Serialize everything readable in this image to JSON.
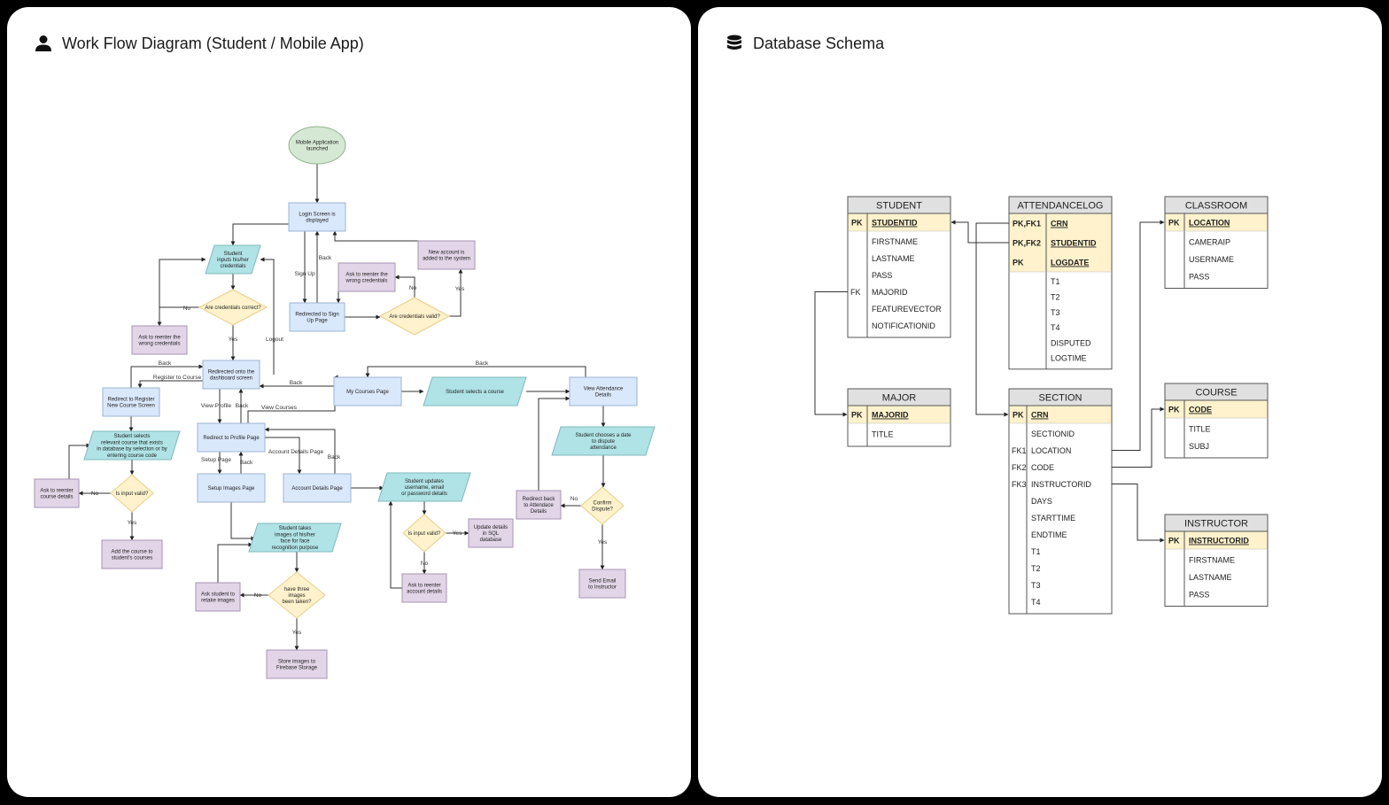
{
  "panels": {
    "workflow": {
      "title": "Work Flow Diagram (Student / Mobile App)",
      "icon": "person-icon"
    },
    "schema": {
      "title": "Database Schema",
      "icon": "database-icon"
    }
  },
  "colors": {
    "process_fill": "#dae8fc",
    "process_stroke": "#9cb4d4",
    "io_fill": "#b0e3e6",
    "io_stroke": "#7fb8bc",
    "decision_fill": "#fff2cc",
    "decision_stroke": "#e6cf8a",
    "action_fill": "#e1d5e7",
    "action_stroke": "#a892b4",
    "start_fill": "#d5e8d4",
    "start_stroke": "#92b48f",
    "table_header": "#e0e0e0",
    "pk_row": "#fff2cc",
    "line": "#333333"
  },
  "workflow": {
    "nodes": {
      "start": "Mobile Application\nlaunched",
      "login": "Login Screen is\ndisplayed",
      "inputs": "Student\ninputs his/her\ncredentials",
      "cred_correct": "Are credentials correct?",
      "ask_reenter1": "Ask to reenter the\nwrong credentials",
      "signup": "Redirected to Sign\nUp Page",
      "ask_reenter2": "Ask to reenter the\nwrong credentials",
      "cred_valid": "Are credentials valid?",
      "new_account": "New account is\nadded to the system",
      "dashboard": "Redirected onto the\ndashboard screen",
      "register": "Redirect to Register\nNew Course Screen",
      "select_course": "Student selects\nrelevant course that exists\nin database by selection or by\nentering course code",
      "input_valid1": "Is input valid?",
      "ask_course": "Ask to reenter\ncourse details",
      "add_course": "Add the course to\nstudent's courses",
      "profile": "Redirect to Profile Page",
      "setup_images": "Setup Images Page",
      "account_details": "Account Details Page",
      "take_images": "Student takes\nimages of his/her\nface for face\nrecognition purpose",
      "three_images": "have three\nimages\nbeen taken?",
      "retake": "Ask student to\nretake images",
      "store_images": "Store images to\nFirebase Storage",
      "update_details": "Student updates\nusername, email\nor password details",
      "input_valid2": "Is input valid?",
      "update_sql": "Update details\nin SQL\ndatabase",
      "ask_account": "Ask to reenter\naccount details",
      "my_courses": "My Courses Page",
      "selects_course": "Student selects a course",
      "view_attendance": "View Attendance\nDetails",
      "choose_date": "Student chooses a date\nto dispute\nattendance",
      "confirm_dispute": "Confirm\nDispute?",
      "redirect_back": "Redirect back\nto Attendace\nDetails",
      "send_email": "Send Email\nto Instructor"
    },
    "edge_labels": {
      "no": "No",
      "yes": "Yes",
      "back": "Back",
      "sign_up": "Sign Up",
      "logout": "Logout",
      "register_to_course": "Register to Course",
      "view_profile": "View Profile",
      "view_courses": "View Courses",
      "setup_page": "Setup Page",
      "account_details_page": "Account Details Page"
    }
  },
  "schema": {
    "tables": {
      "student": {
        "name": "STUDENT",
        "keys": [
          {
            "key": "PK",
            "field": "STUDENTID"
          }
        ],
        "fields": [
          {
            "key": "",
            "field": "FIRSTNAME"
          },
          {
            "key": "",
            "field": "LASTNAME"
          },
          {
            "key": "",
            "field": "PASS"
          },
          {
            "key": "FK",
            "field": "MAJORID"
          },
          {
            "key": "",
            "field": "FEATUREVECTOR"
          },
          {
            "key": "",
            "field": "NOTIFICATIONID"
          }
        ]
      },
      "attendancelog": {
        "name": "ATTENDANCELOG",
        "keys": [
          {
            "key": "PK,FK1",
            "field": "CRN"
          },
          {
            "key": "PK,FK2",
            "field": "STUDENTID"
          },
          {
            "key": "PK",
            "field": "LOGDATE"
          }
        ],
        "fields": [
          {
            "key": "",
            "field": "T1"
          },
          {
            "key": "",
            "field": "T2"
          },
          {
            "key": "",
            "field": "T3"
          },
          {
            "key": "",
            "field": "T4"
          },
          {
            "key": "",
            "field": "DISPUTED"
          },
          {
            "key": "",
            "field": "LOGTIME"
          }
        ]
      },
      "classroom": {
        "name": "CLASSROOM",
        "keys": [
          {
            "key": "PK",
            "field": "LOCATION"
          }
        ],
        "fields": [
          {
            "key": "",
            "field": "CAMERAIP"
          },
          {
            "key": "",
            "field": "USERNAME"
          },
          {
            "key": "",
            "field": "PASS"
          }
        ]
      },
      "major": {
        "name": "MAJOR",
        "keys": [
          {
            "key": "PK",
            "field": "MAJORID"
          }
        ],
        "fields": [
          {
            "key": "",
            "field": "TITLE"
          }
        ]
      },
      "section": {
        "name": "SECTION",
        "keys": [
          {
            "key": "PK",
            "field": "CRN"
          }
        ],
        "fields": [
          {
            "key": "",
            "field": "SECTIONID"
          },
          {
            "key": "FK1",
            "field": "LOCATION"
          },
          {
            "key": "FK2",
            "field": "CODE"
          },
          {
            "key": "FK3",
            "field": "INSTRUCTORID"
          },
          {
            "key": "",
            "field": "DAYS"
          },
          {
            "key": "",
            "field": "STARTTIME"
          },
          {
            "key": "",
            "field": "ENDTIME"
          },
          {
            "key": "",
            "field": "T1"
          },
          {
            "key": "",
            "field": "T2"
          },
          {
            "key": "",
            "field": "T3"
          },
          {
            "key": "",
            "field": "T4"
          }
        ]
      },
      "course": {
        "name": "COURSE",
        "keys": [
          {
            "key": "PK",
            "field": "CODE"
          }
        ],
        "fields": [
          {
            "key": "",
            "field": "TITLE"
          },
          {
            "key": "",
            "field": "SUBJ"
          }
        ]
      },
      "instructor": {
        "name": "INSTRUCTOR",
        "keys": [
          {
            "key": "PK",
            "field": "INSTRUCTORID"
          }
        ],
        "fields": [
          {
            "key": "",
            "field": "FIRSTNAME"
          },
          {
            "key": "",
            "field": "LASTNAME"
          },
          {
            "key": "",
            "field": "PASS"
          }
        ]
      }
    },
    "relations": [
      {
        "from": "student.MAJORID",
        "to": "major.MAJORID"
      },
      {
        "from": "attendancelog.STUDENTID",
        "to": "student.STUDENTID"
      },
      {
        "from": "attendancelog.CRN",
        "to": "section.CRN"
      },
      {
        "from": "section.LOCATION",
        "to": "classroom.LOCATION"
      },
      {
        "from": "section.CODE",
        "to": "course.CODE"
      },
      {
        "from": "section.INSTRUCTORID",
        "to": "instructor.INSTRUCTORID"
      }
    ]
  }
}
